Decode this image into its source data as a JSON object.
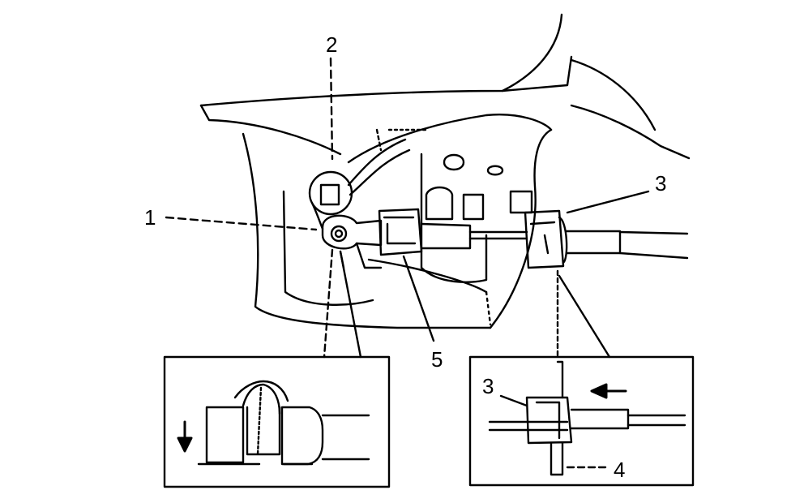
{
  "callouts": {
    "c1": "1",
    "c2": "2",
    "c3_main": "3",
    "c3_inset": "3",
    "c4": "4",
    "c5": "5"
  },
  "colors": {
    "ink": "#000000",
    "paper": "#ffffff"
  }
}
